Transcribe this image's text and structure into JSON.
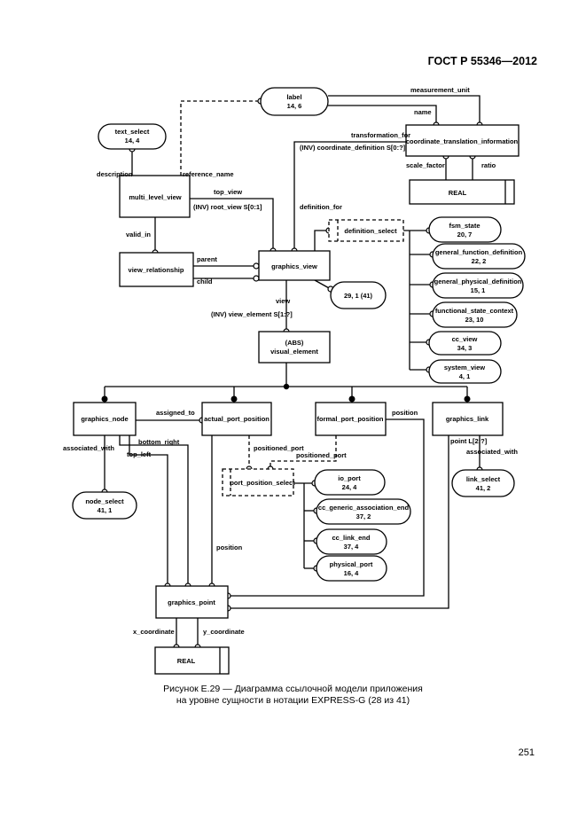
{
  "header": "ГОСТ Р 55346—2012",
  "caption_line1": "Рисунок Е.29 — Диаграмма ссылочной модели приложения",
  "caption_line2": "на уровне сущности в нотации EXPRESS-G (28 из 41)",
  "page_number": "251",
  "nodes": {
    "label": [
      "label",
      "14, 6"
    ],
    "text_select": [
      "text_select",
      "14, 4"
    ],
    "coordinate_translation_information": "coordinate_translation_information",
    "real_top": "REAL",
    "multi_level_view": "multi_level_view",
    "view_relationship": "view_relationship",
    "graphics_view": "graphics_view",
    "ref_29_1": "29, 1 (41)",
    "definition_select": "definition_select",
    "fsm_state": [
      "fsm_state",
      "20, 7"
    ],
    "general_function_definition": [
      "general_function_definition",
      "22, 2"
    ],
    "general_physical_definition": [
      "general_physical_definition",
      "15, 1"
    ],
    "functional_state_context": [
      "functional_state_context",
      "23, 10"
    ],
    "cc_view": [
      "cc_view",
      "34, 3"
    ],
    "system_view": [
      "system_view",
      "4, 1"
    ],
    "visual_element": [
      "(ABS)",
      "visual_element"
    ],
    "graphics_node": "graphics_node",
    "actual_port_position": "actual_port_position",
    "formal_port_position": "formal_port_position",
    "graphics_link": "graphics_link",
    "node_select": [
      "node_select",
      "41, 1"
    ],
    "link_select": [
      "link_select",
      "41, 2"
    ],
    "port_position_select": "port_position_select",
    "io_port": [
      "io_port",
      "24, 4"
    ],
    "cc_generic_association_end": [
      "cc_generic_association_end",
      "37, 2"
    ],
    "cc_link_end": [
      "cc_link_end",
      "37, 4"
    ],
    "physical_port": [
      "physical_port",
      "16, 4"
    ],
    "graphics_point": "graphics_point",
    "real_bottom": "REAL"
  },
  "edge_labels": {
    "measurement_unit": "measurement_unit",
    "name": "name",
    "transformation_for": "transformation_for",
    "inv_coordinate_definition": "(INV) coordinate_definition S[0:?]",
    "scale_factor": "scale_factor",
    "ratio": "ratio",
    "description": "description",
    "reference_name": "reference_name",
    "top_view": "top_view",
    "inv_root_view": "(INV) root_view S[0:1]",
    "definition_for": "definition_for",
    "valid_in": "valid_in",
    "parent": "parent",
    "child": "child",
    "view": "view",
    "inv_view_element": "(INV) view_element S[1:?]",
    "assigned_to": "assigned_to",
    "position_formal": "position",
    "associated_with_node": "associated_with",
    "bottom_right": "bottom_right",
    "top_left": "top_left",
    "positioned_port_actual": "positioned_port",
    "positioned_port_formal": "positioned_port",
    "point_l": "point L[2:?]",
    "associated_with_link": "associated_with",
    "position_actual": "position",
    "x_coordinate": "x_coordinate",
    "y_coordinate": "y_coordinate"
  }
}
